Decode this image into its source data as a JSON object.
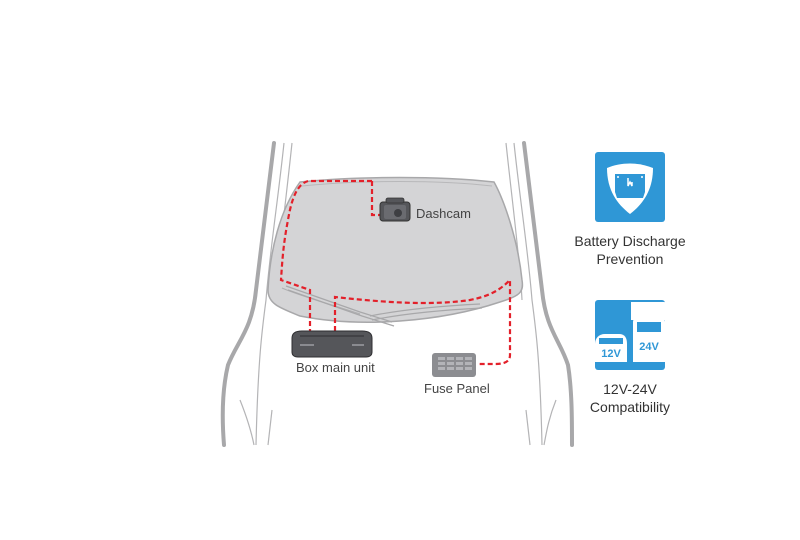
{
  "diagram": {
    "title": "",
    "components": [
      {
        "id": "dashcam",
        "label": "Dashcam"
      },
      {
        "id": "box",
        "label": "Box main unit"
      },
      {
        "id": "fuse",
        "label": "Fuse Panel"
      }
    ],
    "connections": [
      {
        "from": "box",
        "to": "dashcam",
        "style": "red-dashed"
      },
      {
        "from": "box",
        "to": "fuse",
        "style": "red-dashed"
      }
    ],
    "colors": {
      "wire": "#e3202a",
      "windshield": "#d4d4d6",
      "car_outline": "#a8a8aa",
      "device": "#55565a",
      "feature_blue": "#2f97d6"
    }
  },
  "features": [
    {
      "icon": "battery-shield-icon",
      "line1": "Battery Discharge",
      "line2": "Prevention"
    },
    {
      "icon": "vehicles-voltage-icon",
      "line1": "12V-24V",
      "line2": "Compatibility",
      "badge_small": "12V",
      "badge_large": "24V"
    }
  ]
}
